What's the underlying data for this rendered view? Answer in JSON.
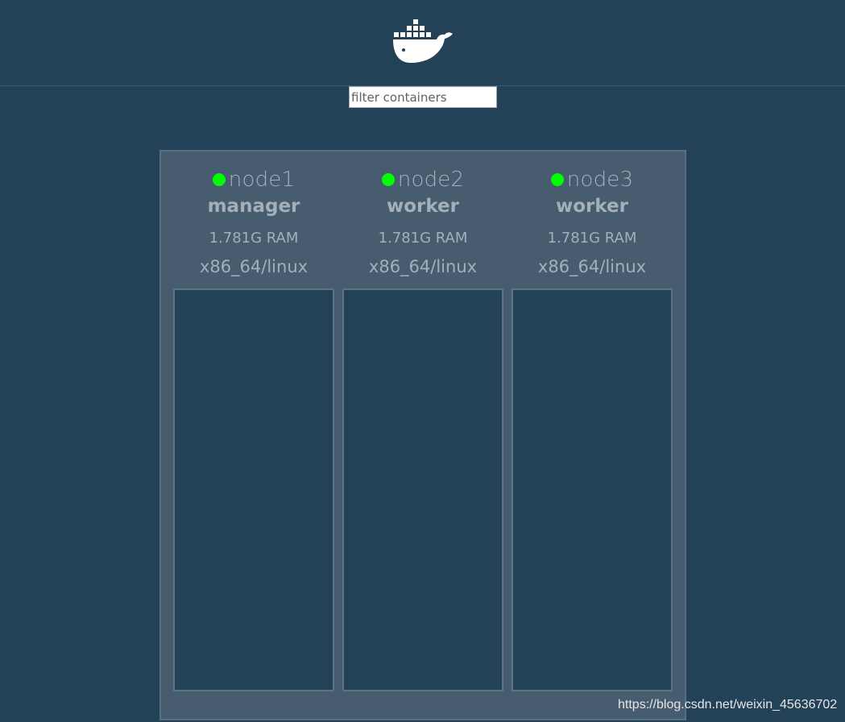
{
  "header": {
    "logo_icon": "docker-whale-icon",
    "logo_color": "#ffffff"
  },
  "filter": {
    "placeholder": "filter containers",
    "value": ""
  },
  "status_color": "#00ff00",
  "nodes": [
    {
      "name": "node1",
      "role": "manager",
      "ram": "1.781G RAM",
      "arch": "x86_64/linux"
    },
    {
      "name": "node2",
      "role": "worker",
      "ram": "1.781G RAM",
      "arch": "x86_64/linux"
    },
    {
      "name": "node3",
      "role": "worker",
      "ram": "1.781G RAM",
      "arch": "x86_64/linux"
    }
  ],
  "watermark": "https://blog.csdn.net/weixin_45636702"
}
